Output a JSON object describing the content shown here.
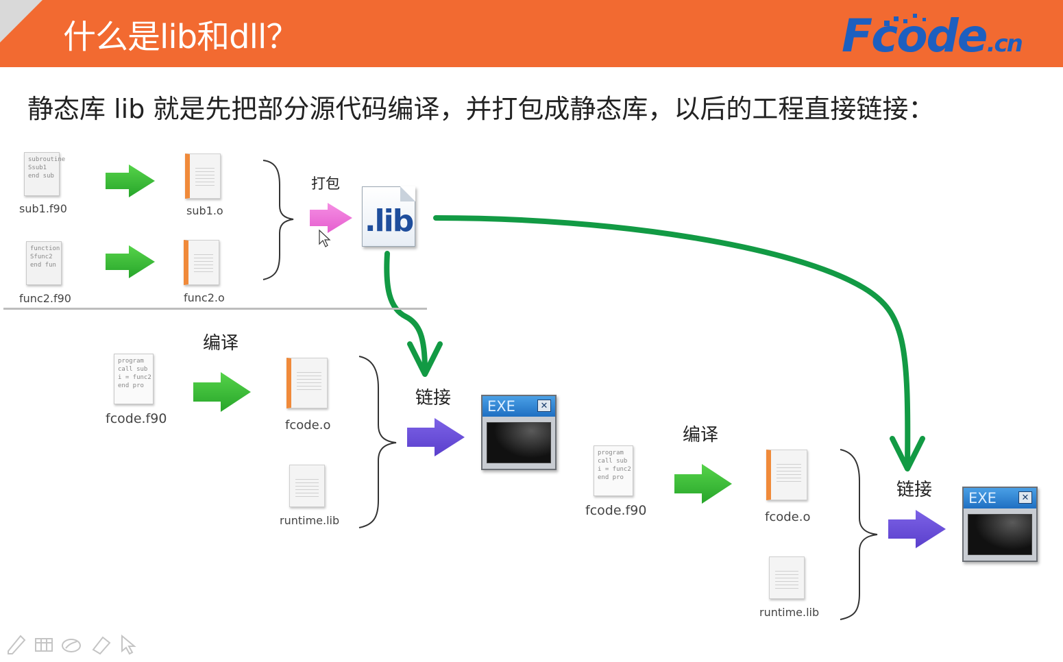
{
  "header": {
    "title": "什么是lib和dll？",
    "logo_main": "Fcode",
    "logo_suffix": ".cn"
  },
  "subtitle": "静态库 lib 就是先把部分源代码编译，并打包成静态库，以后的工程直接链接：",
  "top": {
    "sources": [
      {
        "name": "sub1.f90",
        "snippet": "subroutine\nSsub1\nend sub"
      },
      {
        "name": "func2.f90",
        "snippet": "function\nSfunc2\nend fun"
      }
    ],
    "objects": [
      "sub1.o",
      "func2.o"
    ],
    "pack_label": "打包",
    "lib_label": ".lib"
  },
  "left": {
    "compile_label": "编译",
    "source": {
      "name": "fcode.f90",
      "snippet": "program\ncall sub\ni = func2\nend pro"
    },
    "object": "fcode.o",
    "runtime": "runtime.lib",
    "link_label": "链接",
    "exe_label": "EXE"
  },
  "right": {
    "compile_label": "编译",
    "source": {
      "name": "fcode.f90",
      "snippet": "program\ncall sub\ni = func2\nend pro"
    },
    "object": "fcode.o",
    "runtime": "runtime.lib",
    "link_label": "链接",
    "exe_label": "EXE"
  },
  "colors": {
    "header": "#f26a31",
    "logo": "#1d5fbf",
    "compile_arrow": "#3cb53c",
    "pack_arrow": "#ee6fd6",
    "link_arrow": "#6a4fd8",
    "curve": "#129a44"
  },
  "icons": [
    "pencil-icon",
    "table-icon",
    "eraser-icon",
    "highlighter-icon",
    "pointer-icon",
    "close-icon"
  ]
}
